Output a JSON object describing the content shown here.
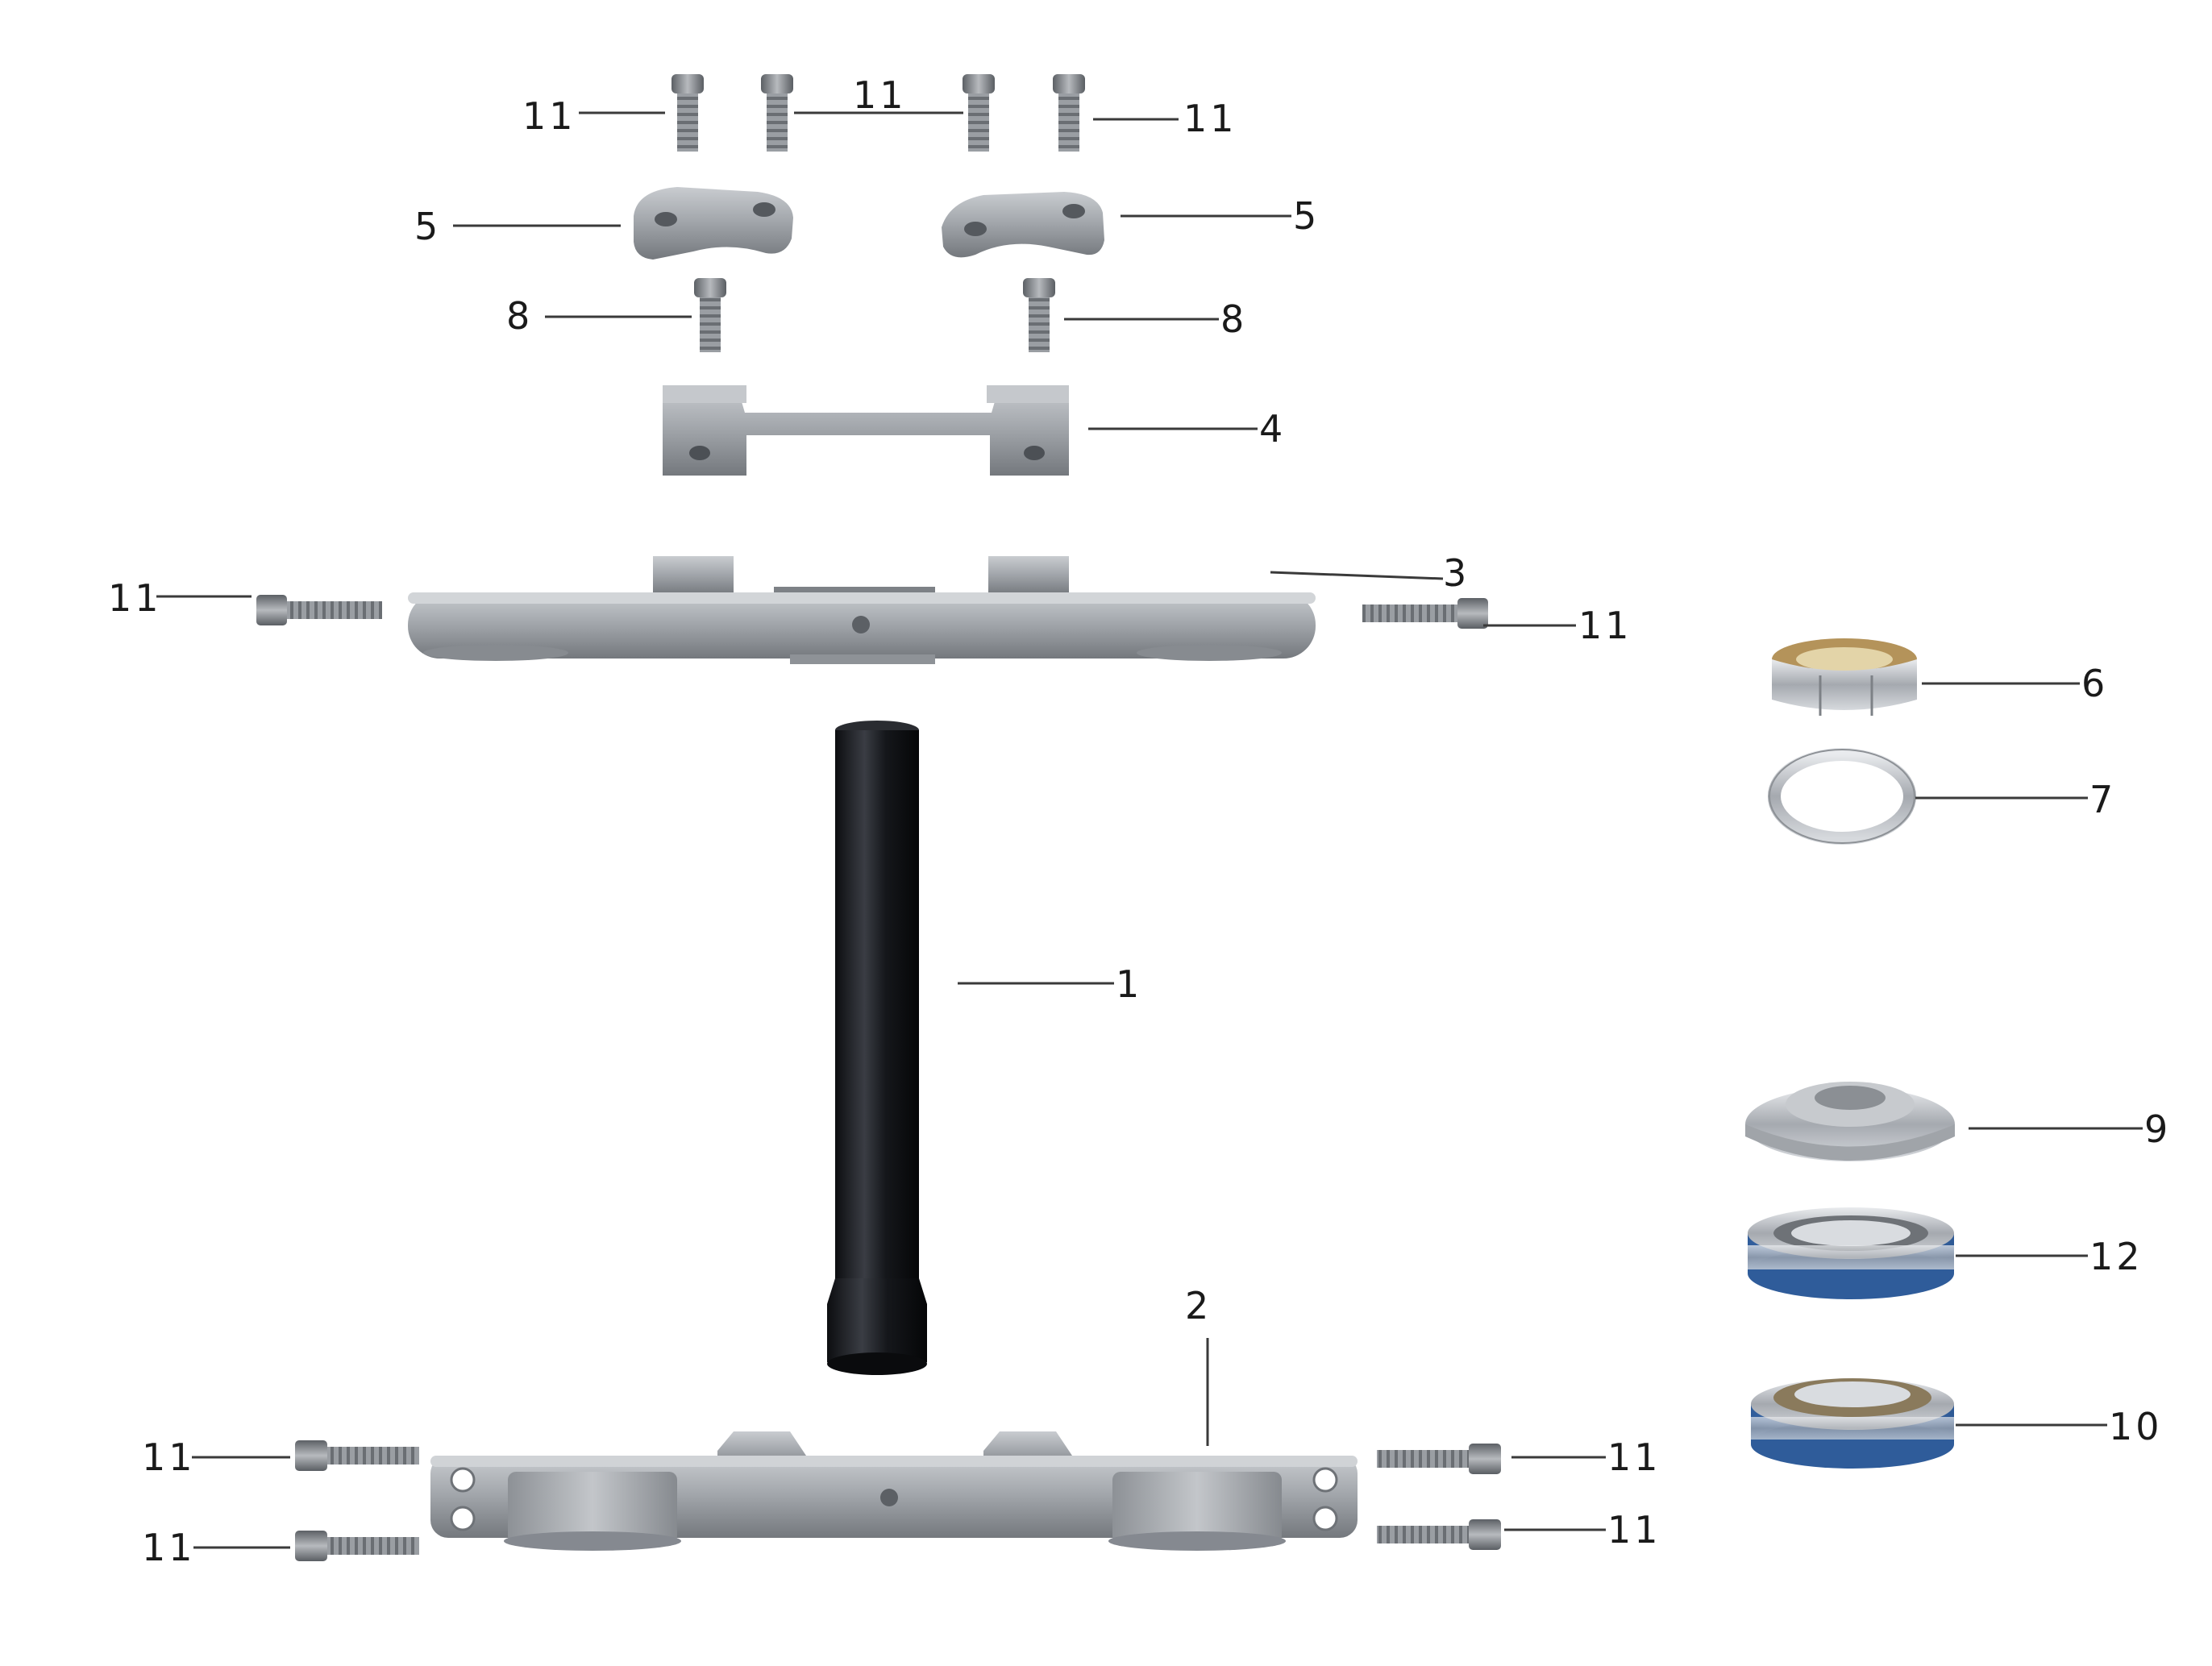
{
  "diagram": {
    "subject": "Steering stem / triple clamp assembly exploded view",
    "colors": {
      "clamp_metal": "#9a9ea3",
      "clamp_shadow": "#6f7378",
      "stem_tube": "#1b1d22",
      "bolt": "#7d8186",
      "bearing_blue": "#3f6fb0",
      "leader_line": "#3a3a3a"
    },
    "labels": {
      "stem": "1",
      "lower_clamp": "2",
      "upper_clamp": "3",
      "handlebar_riser": "4",
      "riser_cap": "5",
      "stem_nut": "6",
      "washer": "7",
      "riser_bolt": "8",
      "dust_cover": "9",
      "lower_bearing": "10",
      "clamp_bolt": "11",
      "upper_bearing": "12"
    }
  }
}
